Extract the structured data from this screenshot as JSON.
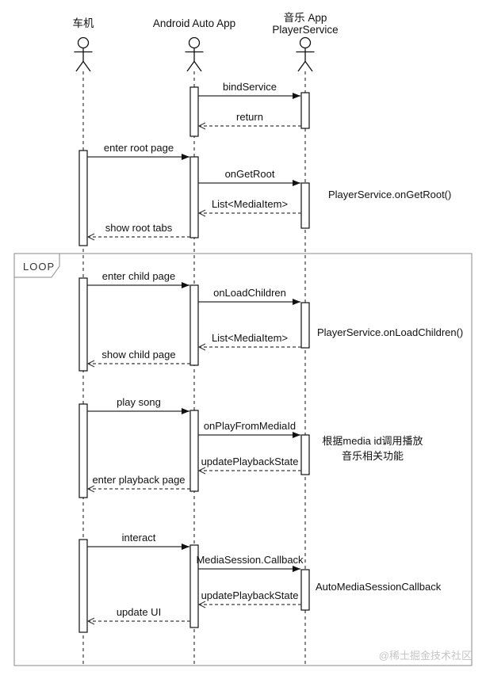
{
  "actors": [
    {
      "name": "head-unit",
      "label": "车机"
    },
    {
      "name": "android-auto-app",
      "label": "Android Auto App"
    },
    {
      "name": "music-app-player-service",
      "label_line1": "音乐 App",
      "label_line2": "PlayerService"
    }
  ],
  "loop": {
    "label": "LOOP"
  },
  "messages": [
    {
      "label": "bindService",
      "from": "Android Auto App",
      "to": "音乐 App PlayerService",
      "type": "sync",
      "in_loop": false
    },
    {
      "label": "return",
      "from": "音乐 App PlayerService",
      "to": "Android Auto App",
      "type": "return",
      "in_loop": false
    },
    {
      "label": "enter root page",
      "from": "车机",
      "to": "Android Auto App",
      "type": "sync",
      "in_loop": false
    },
    {
      "label": "onGetRoot",
      "from": "Android Auto App",
      "to": "音乐 App PlayerService",
      "type": "sync",
      "in_loop": false
    },
    {
      "label": "List<MediaItem>",
      "from": "音乐 App PlayerService",
      "to": "Android Auto App",
      "type": "return",
      "in_loop": false
    },
    {
      "label": "show root tabs",
      "from": "Android Auto App",
      "to": "车机",
      "type": "return",
      "in_loop": false
    },
    {
      "label": "enter child page",
      "from": "车机",
      "to": "Android Auto App",
      "type": "sync",
      "in_loop": true
    },
    {
      "label": "onLoadChildren",
      "from": "Android Auto App",
      "to": "音乐 App PlayerService",
      "type": "sync",
      "in_loop": true
    },
    {
      "label": "List<MediaItem>",
      "from": "音乐 App PlayerService",
      "to": "Android Auto App",
      "type": "return",
      "in_loop": true
    },
    {
      "label": "show child page",
      "from": "Android Auto App",
      "to": "车机",
      "type": "return",
      "in_loop": true
    },
    {
      "label": "play song",
      "from": "车机",
      "to": "Android Auto App",
      "type": "sync",
      "in_loop": true
    },
    {
      "label": "onPlayFromMediaId",
      "from": "Android Auto App",
      "to": "音乐 App PlayerService",
      "type": "sync",
      "in_loop": true
    },
    {
      "label": "updatePlaybackState",
      "from": "音乐 App PlayerService",
      "to": "Android Auto App",
      "type": "return",
      "in_loop": true
    },
    {
      "label": "enter playback page",
      "from": "Android Auto App",
      "to": "车机",
      "type": "return",
      "in_loop": true
    },
    {
      "label": "interact",
      "from": "车机",
      "to": "Android Auto App",
      "type": "sync",
      "in_loop": true
    },
    {
      "label": "MediaSession.Callback",
      "from": "Android Auto App",
      "to": "音乐 App PlayerService",
      "type": "sync",
      "in_loop": true
    },
    {
      "label": "updatePlaybackState",
      "from": "音乐 App PlayerService",
      "to": "Android Auto App",
      "type": "return",
      "in_loop": true
    },
    {
      "label": "update UI",
      "from": "Android Auto App",
      "to": "车机",
      "type": "return",
      "in_loop": true
    }
  ],
  "annotations": [
    {
      "label": "PlayerService.onGetRoot()"
    },
    {
      "label": "PlayerService.onLoadChildren()"
    },
    {
      "label_line1": "根据media id调用播放",
      "label_line2": "音乐相关功能"
    },
    {
      "label": "AutoMediaSessionCallback"
    }
  ],
  "watermark": {
    "text": "@稀土掘金技术社区",
    "color": "#c6c6c6"
  },
  "colors": {
    "line": "#111111",
    "frame": "#8a8a8a",
    "background": "#ffffff"
  }
}
